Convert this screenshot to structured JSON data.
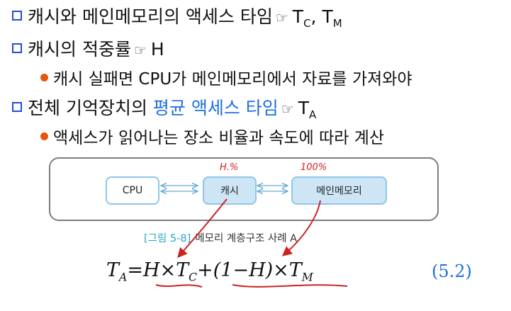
{
  "bullets": [
    {
      "text": "캐시와 메인메모리의 액세스 타임",
      "hand": "☞",
      "tail": "T",
      "sub1": "C",
      "sep": ", T",
      "sub2": "M"
    },
    {
      "text": "캐시의 적중률",
      "hand": "☞",
      "tail": "H"
    },
    {
      "text": "캐시 실패면 CPU가 메인메모리에서 자료를 가져와야"
    },
    {
      "text_before": "전체 기억장치의 ",
      "highlight": "평균 액세스 타임",
      "hand": "☞",
      "tail": "T",
      "sub1": "A"
    },
    {
      "text": "액세스가 읽어나는 장소 비율과 속도에 따라 계산"
    }
  ],
  "figure": {
    "nodes": {
      "cpu": "CPU",
      "cache": "캐시",
      "main": "메인메모리"
    },
    "caption_fig": "[그림 5-8]",
    "caption_text": "메모리 계층구조 사례 A",
    "annotations": {
      "hit": "H.%",
      "full": "100%"
    }
  },
  "formula": {
    "lhs": "T",
    "lhs_sub": "A",
    "rhs1": "=H×T",
    "rhs1_sub": "C",
    "rhs2": "+(1−H)×T",
    "rhs2_sub": "M",
    "number": "(5.2)"
  },
  "colors": {
    "square": "#1f4fd1",
    "dot": "#e8540b",
    "highlight": "#1f6fe0",
    "ink": "#cc2222",
    "node_border": "#8fc6e8"
  }
}
